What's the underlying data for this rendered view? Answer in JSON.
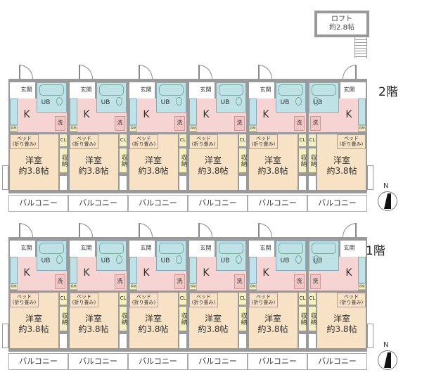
{
  "loft": {
    "title": "ロフト",
    "size": "約2.8帖"
  },
  "floors": [
    {
      "label": "2階",
      "units": 6,
      "mirrored_last": true
    },
    {
      "label": "1階",
      "units": 6,
      "mirrored_last": true
    }
  ],
  "unit_labels": {
    "entrance": "玄関",
    "bath": "UB",
    "kitchen": "K",
    "washer": "洗",
    "bed_line1": "ベッド",
    "bed_line2": "(折り畳み)",
    "room_line1": "洋室",
    "room_line2": "約3.8帖",
    "closet": "CL",
    "storage": "収納",
    "small_storage": "収納",
    "balcony": "バルコニー"
  },
  "compass": {
    "north": "N"
  },
  "colors": {
    "wall": "#9a9a9a",
    "bath": "#bfe2e6",
    "kitchen": "#f6d4d3",
    "room": "#f7e2c6",
    "closet": "#f6efc0"
  }
}
